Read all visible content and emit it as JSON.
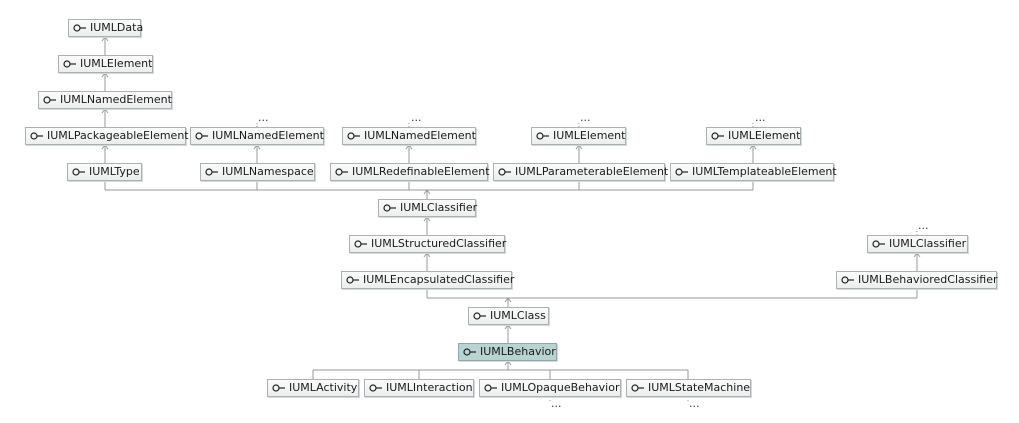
{
  "ellipsis": "...",
  "interface_icon": "interface-lollipop-icon",
  "colors": {
    "node_border": "#a9b2b5",
    "node_fill": "#f4f5f5",
    "highlight_fill": "#b9d2d2",
    "connector": "#9a9a9a"
  },
  "nodes": {
    "iumldata": "IUMLData",
    "iumlelement_top": "IUMLElement",
    "iumlnamedelement_top": "IUMLNamedElement",
    "iumlpackageableelement": "IUMLPackageableElement",
    "iumltype": "IUMLType",
    "iumlnamedelement_ns": "IUMLNamedElement",
    "iumlnamespace": "IUMLNamespace",
    "iumlnamedelement_re": "IUMLNamedElement",
    "iumlredefinableelement": "IUMLRedefinableElement",
    "iumlelement_pe": "IUMLElement",
    "iumlparameterableelement": "IUMLParameterableElement",
    "iumlelement_te": "IUMLElement",
    "iumltemplateableelement": "IUMLTemplateableElement",
    "iumlclassifier": "IUMLClassifier",
    "iumlstructuredclassifier": "IUMLStructuredClassifier",
    "iumlencapsulatedclassifier": "IUMLEncapsulatedClassifier",
    "iumlclassifier_bc": "IUMLClassifier",
    "iumlbehavioredclassifier": "IUMLBehavioredClassifier",
    "iumlclass": "IUMLClass",
    "iumlbehavior": "IUMLBehavior",
    "iumlactivity": "IUMLActivity",
    "iumlinteraction": "IUMLInteraction",
    "iumlopaquebehavior": "IUMLOpaqueBehavior",
    "iumlstatemachine": "IUMLStateMachine"
  }
}
